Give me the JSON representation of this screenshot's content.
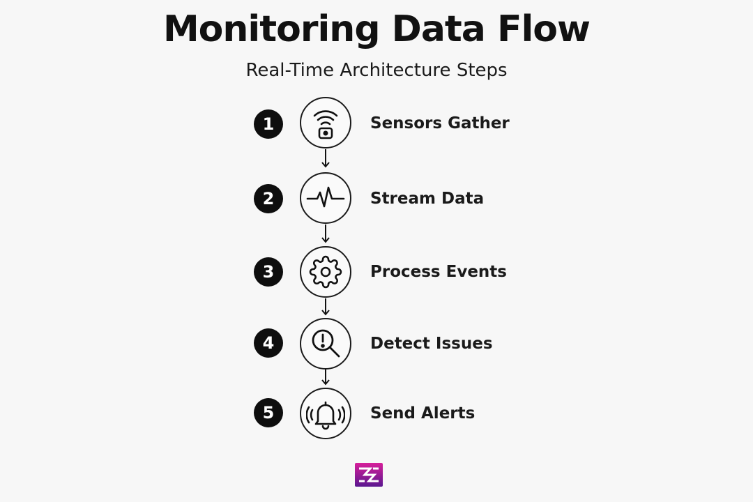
{
  "title": "Monitoring Data Flow",
  "subtitle": "Real-Time Architecture Steps",
  "steps": [
    {
      "number": "1",
      "label": "Sensors Gather",
      "icon": "wifi-lock-icon"
    },
    {
      "number": "2",
      "label": "Stream Data",
      "icon": "pulse-icon"
    },
    {
      "number": "3",
      "label": "Process Events",
      "icon": "gear-icon"
    },
    {
      "number": "4",
      "label": "Detect Issues",
      "icon": "magnifier-alert-icon"
    },
    {
      "number": "5",
      "label": "Send Alerts",
      "icon": "bell-ringing-icon"
    }
  ],
  "colors": {
    "background": "#f7f7f7",
    "ink": "#111111",
    "logo_top": "#d61f9a",
    "logo_bottom": "#5a1790"
  }
}
